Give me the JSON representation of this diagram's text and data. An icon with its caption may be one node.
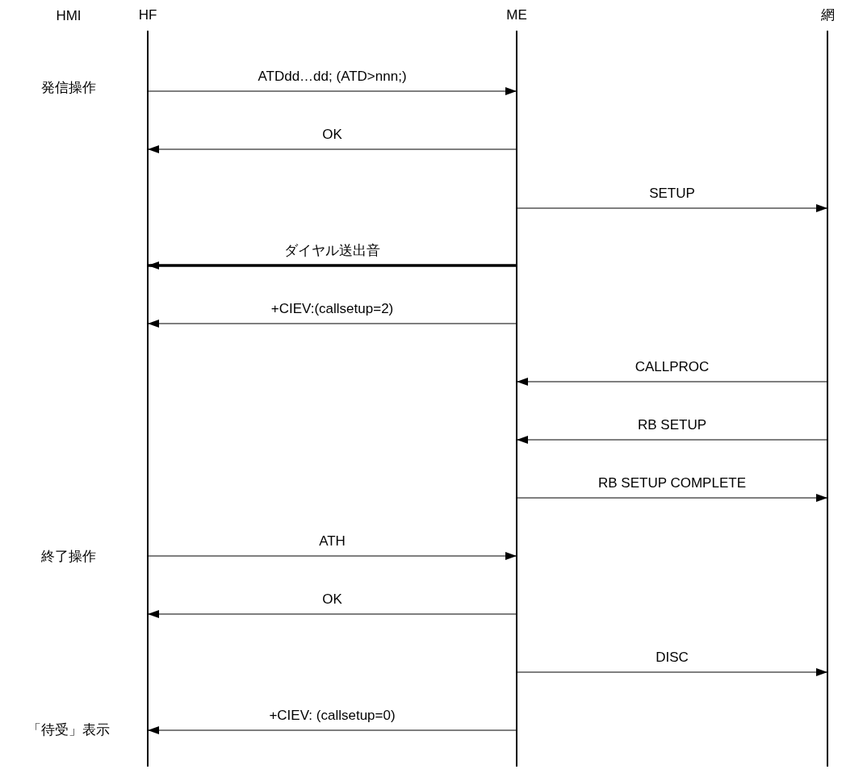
{
  "diagram": {
    "nodes": [
      {
        "text": [
          "HF"
        ]
      },
      {
        "text": [
          "ME"
        ]
      },
      {
        "text": [
          "網"
        ]
      }
    ],
    "edges": [
      {
        "from": 0,
        "to": 1,
        "arrow": "to",
        "label": "ATDdd…dd; (ATD>nnn;)"
      },
      {
        "from": 1,
        "to": 0,
        "arrow": "to",
        "label": "OK"
      },
      {
        "from": 1,
        "to": 2,
        "arrow": "to",
        "label": "SETUP"
      },
      {
        "from": 1,
        "to": 0,
        "arrow": "to",
        "label": "ダイヤル送出音",
        "style": "thick"
      },
      {
        "from": 1,
        "to": 0,
        "arrow": "to",
        "label": "+CIEV:(callsetup=2)"
      },
      {
        "from": 2,
        "to": 1,
        "arrow": "to",
        "label": "CALLPROC"
      },
      {
        "from": 2,
        "to": 1,
        "arrow": "to",
        "label": "RB SETUP"
      },
      {
        "from": 1,
        "to": 2,
        "arrow": "to",
        "label": "RB SETUP COMPLETE"
      },
      {
        "from": 0,
        "to": 1,
        "arrow": "to",
        "label": "ATH"
      },
      {
        "from": 1,
        "to": 0,
        "arrow": "to",
        "label": "OK"
      },
      {
        "from": 1,
        "to": 2,
        "arrow": "to",
        "label": "DISC"
      },
      {
        "from": 1,
        "to": 0,
        "arrow": "to",
        "label": "+CIEV: (callsetup=0)"
      }
    ],
    "labels": [
      "HMI",
      "発信操作",
      "終了操作",
      "「待受」表示"
    ]
  }
}
